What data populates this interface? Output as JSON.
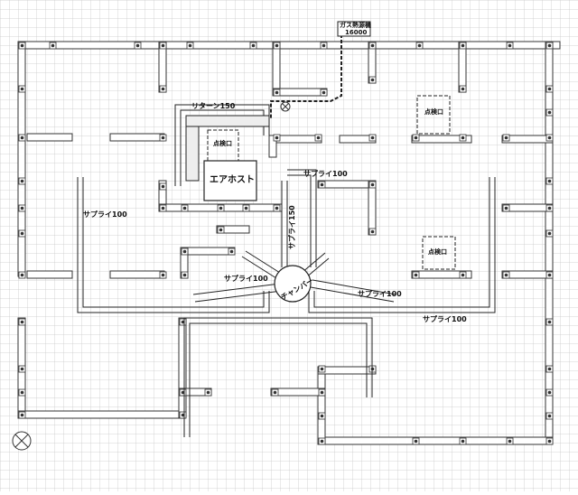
{
  "labels": {
    "gas_meter_line1": "ガス熱源機",
    "gas_meter_line2": "16000",
    "return_duct": "リターン150",
    "inspection_port_1": "点検口",
    "inspection_port_2": "点検口",
    "inspection_port_3": "点検口",
    "air_host": "エアホスト",
    "supply_100_a": "サプライ100",
    "supply_100_b": "サプライ100",
    "supply_150": "サプライ150",
    "supply_100_c": "サプライ100",
    "chamber": "チャンバー",
    "supply_100_d": "サプライ100",
    "supply_100_e": "サプライ100"
  },
  "colors": {
    "grid": "#c9c9c9",
    "wall": "#333333",
    "duct": "#222222",
    "background": "#ffffff"
  }
}
